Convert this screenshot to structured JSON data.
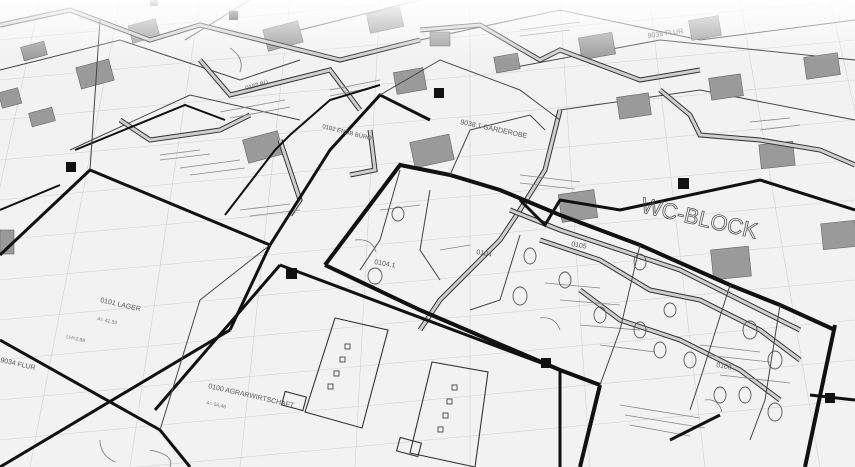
{
  "labels": {
    "flur_top": "9038 FLUR",
    "garderobe": "9038.1 GARDEROBE",
    "buero": "0102 ENDB BÜRO",
    "room_0102": "0102 BÜ",
    "wc_block": "WC-BLOCK",
    "room_0104": "0104",
    "room_0105": "0105",
    "room_0106": "0106",
    "room_0104_1": "0104.1",
    "lager": "0101 LAGER",
    "lager_area": "A= 41,59",
    "lager_height": "LH=2,98",
    "flur_left": "9034 FLUR",
    "agrar": "0100 AGRARWIRTSCHAFT",
    "agrar_area": "A= 54,46"
  }
}
